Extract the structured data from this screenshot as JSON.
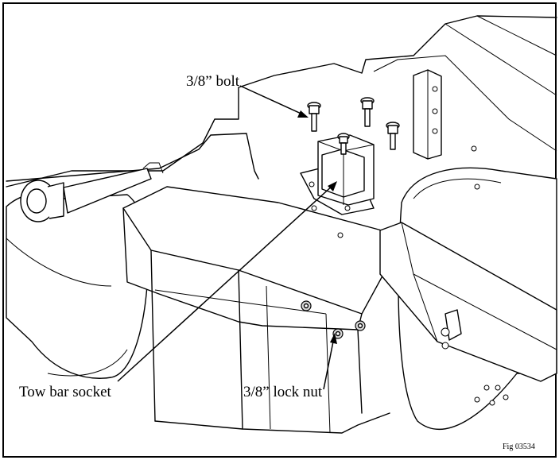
{
  "labels": {
    "bolt": "3/8” bolt",
    "socket": "Tow bar socket",
    "lock_nut": "3/8” lock nut",
    "figure_number": "Fig 03534"
  }
}
